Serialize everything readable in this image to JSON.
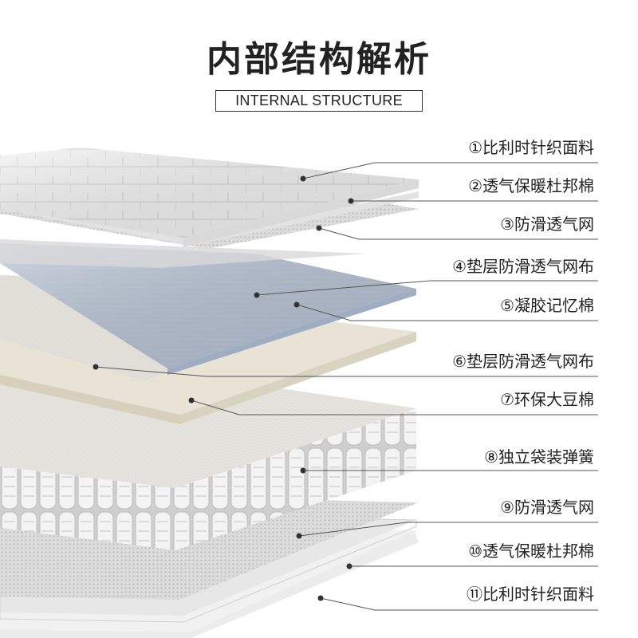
{
  "header": {
    "title": "内部结构解析",
    "subtitle": "INTERNAL STRUCTURE"
  },
  "layers": [
    {
      "num": "①",
      "name": "比利时针织面料"
    },
    {
      "num": "②",
      "name": "透气保暖杜邦棉"
    },
    {
      "num": "③",
      "name": "防滑透气网"
    },
    {
      "num": "④",
      "name": "垫层防滑透气网布"
    },
    {
      "num": "⑤",
      "name": "凝胶记忆棉"
    },
    {
      "num": "⑥",
      "name": "垫层防滑透气网布"
    },
    {
      "num": "⑦",
      "name": "环保大豆棉"
    },
    {
      "num": "⑧",
      "name": "独立袋装弹簧"
    },
    {
      "num": "⑨",
      "name": "防滑透气网"
    },
    {
      "num": "⑩",
      "name": "透气保暖杜邦棉"
    },
    {
      "num": "⑪",
      "name": "比利时针织面料"
    }
  ],
  "colors": {
    "knit_fabric": "#f2f2f2",
    "gel_foam": "#b9c6d8",
    "soy_foam": "#e6e1d3",
    "spring_unit": "#dcdcdc",
    "leader_line": "#555555"
  }
}
